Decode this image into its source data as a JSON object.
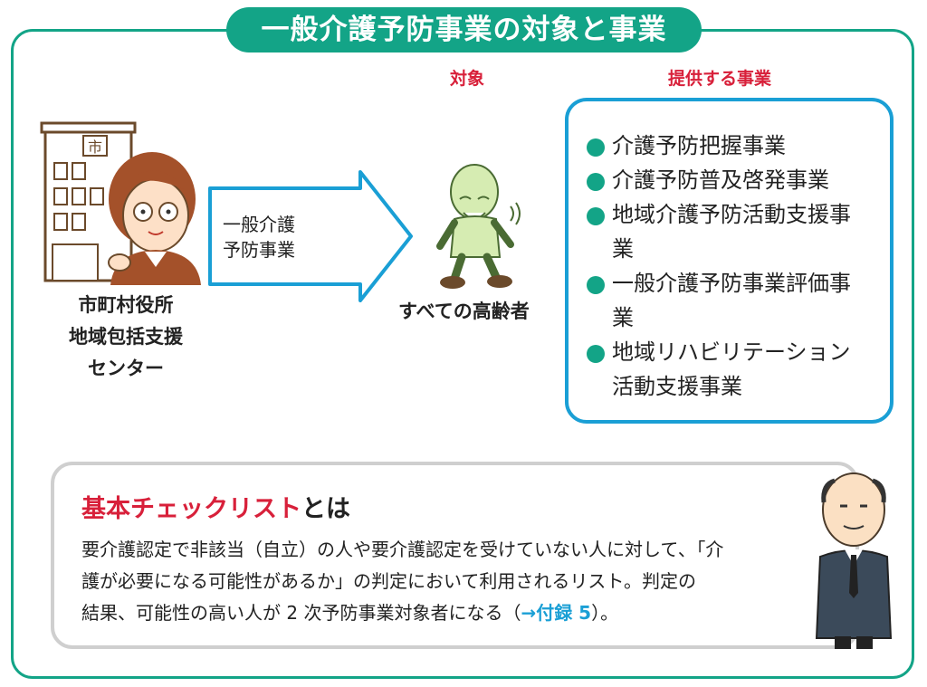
{
  "title": "一般介護予防事業の対象と事業",
  "headers": {
    "target": "対象",
    "services": "提供する事業"
  },
  "provider": {
    "line1": "市町村役所",
    "line2": "地域包括支援",
    "line3": "センター"
  },
  "arrow": {
    "line1": "一般介護",
    "line2": "予防事業"
  },
  "target": {
    "label": "すべての高齢者"
  },
  "services": [
    {
      "line1": "介護予防把握事業",
      "line2": ""
    },
    {
      "line1": "介護予防普及啓発事業",
      "line2": ""
    },
    {
      "line1": "地域介護予防活動支援事",
      "line2": "業"
    },
    {
      "line1": "一般介護予防事業評価事",
      "line2": "業"
    },
    {
      "line1": "地域リハビリテーション",
      "line2": "活動支援事業"
    }
  ],
  "checklist": {
    "title_highlight": "基本チェックリスト",
    "title_rest": "とは",
    "line1": "要介護認定で非該当（自立）の人や要介護認定を受けていない人に対して､「介",
    "line2": "護が必要になる可能性があるか」の判定において利用されるリスト。判定の",
    "line3_pre": "結果、可能性の高い人が 2 次予防事業対象者になる（",
    "line3_link": "→付録 5",
    "line3_post": "）。"
  },
  "colors": {
    "green": "#13a487",
    "blue": "#1a9fd5",
    "red": "#d8203a"
  },
  "icons": [
    "city-hall-building-icon",
    "staff-woman-icon",
    "elderly-man-walking-icon",
    "businessman-icon"
  ]
}
